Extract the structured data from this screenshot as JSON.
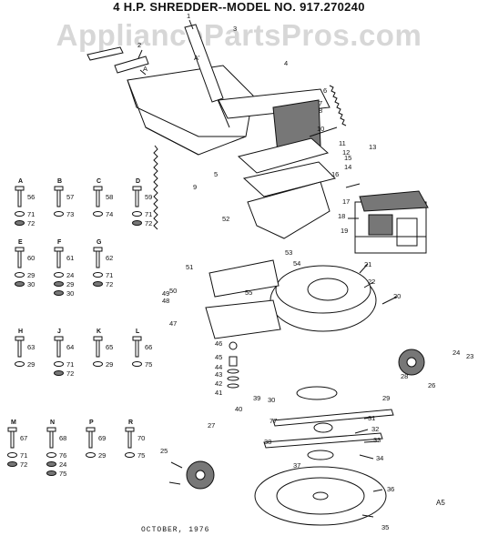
{
  "title": "4 H.P. SHREDDER--MODEL NO. 917.270240",
  "watermark": "AppliancePartsPros.com",
  "date": "OCTOBER, 1976",
  "sheet_code": "A5",
  "colors": {
    "ink": "#111111",
    "watermark": "#969696"
  },
  "hardware_groups": [
    {
      "letter": "A",
      "bolt": "56",
      "washer": "71",
      "nut": "72"
    },
    {
      "letter": "B",
      "bolt": "57",
      "washer": "73",
      "nut": ""
    },
    {
      "letter": "C",
      "bolt": "58",
      "washer": "74",
      "nut": ""
    },
    {
      "letter": "D",
      "bolt": "59",
      "washer": "71",
      "nut": "72"
    },
    {
      "letter": "E",
      "bolt": "60",
      "washer": "29",
      "nut": "30"
    },
    {
      "letter": "F",
      "bolt": "61",
      "washer": "24",
      "nut": "29",
      "extra": "30"
    },
    {
      "letter": "G",
      "bolt": "62",
      "washer": "71",
      "nut": "72"
    },
    {
      "letter": "H",
      "bolt": "63",
      "washer": "29",
      "nut": ""
    },
    {
      "letter": "J",
      "bolt": "64",
      "washer": "71",
      "nut": "72"
    },
    {
      "letter": "K",
      "bolt": "65",
      "washer": "29",
      "nut": ""
    },
    {
      "letter": "L",
      "bolt": "66",
      "washer": "75",
      "nut": ""
    },
    {
      "letter": "M",
      "bolt": "67",
      "washer": "71",
      "nut": "72"
    },
    {
      "letter": "N",
      "bolt": "68",
      "washer": "76",
      "nut": "24",
      "extra": "75"
    },
    {
      "letter": "P",
      "bolt": "69",
      "washer": "29",
      "nut": ""
    },
    {
      "letter": "R",
      "bolt": "70",
      "washer": "75",
      "nut": ""
    }
  ],
  "callouts": [
    "1",
    "2",
    "A",
    "A'",
    "3",
    "4",
    "5",
    "6",
    "7",
    "8",
    "9",
    "10",
    "11",
    "12",
    "13",
    "14",
    "15",
    "16",
    "17",
    "18",
    "19",
    "20",
    "21",
    "22",
    "23",
    "24",
    "25",
    "26",
    "27",
    "28",
    "29",
    "30",
    "31",
    "32",
    "33",
    "34",
    "35",
    "36",
    "37",
    "38",
    "39",
    "40",
    "41",
    "42",
    "43",
    "44",
    "45",
    "46",
    "47",
    "48",
    "49",
    "50",
    "51",
    "52",
    "53",
    "54",
    "55",
    "77"
  ]
}
